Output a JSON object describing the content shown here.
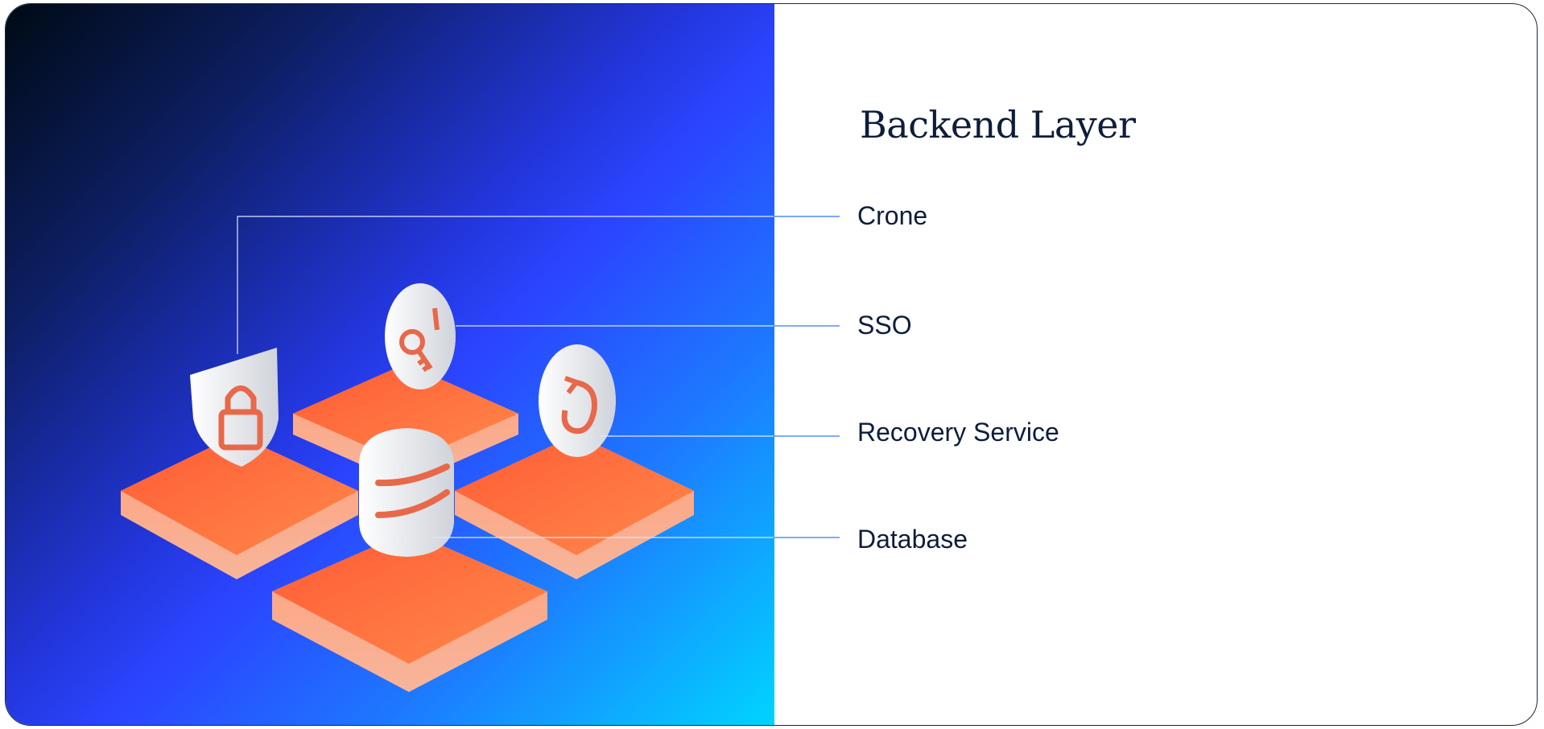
{
  "title": "Backend Layer",
  "components": [
    {
      "label": "Crone",
      "icon": "lock-shield-icon"
    },
    {
      "label": "SSO",
      "icon": "key-icon"
    },
    {
      "label": "Recovery Service",
      "icon": "refresh-icon"
    },
    {
      "label": "Database",
      "icon": "database-icon"
    }
  ],
  "colors": {
    "accent": "#ff6a3d",
    "line": "#2f7bff",
    "text": "#0e1d3a"
  }
}
